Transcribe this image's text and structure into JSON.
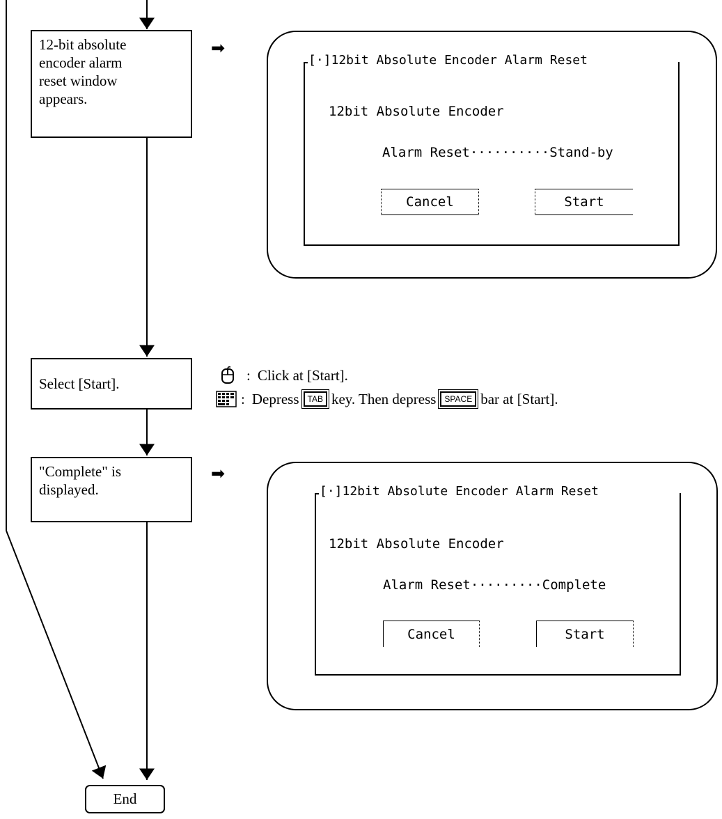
{
  "steps": {
    "alarm_window": "12-bit absolute\nencoder alarm\nreset window\nappears.",
    "select_start": "Select [Start].",
    "complete": "\"Complete\" is\n displayed.",
    "end": "End"
  },
  "window1": {
    "title": "[·]12bit Absolute Encoder Alarm Reset",
    "line1": "12bit Absolute Encoder",
    "line2": "Alarm Reset··········Stand-by",
    "cancel": "Cancel",
    "start": "Start"
  },
  "window2": {
    "title": "[·]12bit Absolute Encoder Alarm Reset",
    "line1": "12bit Absolute Encoder",
    "line2": "Alarm Reset·········Complete",
    "cancel": "Cancel",
    "start": "Start"
  },
  "instructions": {
    "mouse_sep": ":",
    "mouse_text": "Click at [Start].",
    "kb_sep": ":",
    "kb_text_a": "Depress",
    "tab_key": "TAB",
    "kb_text_b": "key.  Then depress",
    "space_key": "SPACE",
    "kb_text_c": "bar at [Start]."
  },
  "icons": {
    "arrow": "right-arrow-icon",
    "mouse": "mouse-icon",
    "keyboard": "keyboard-icon"
  }
}
